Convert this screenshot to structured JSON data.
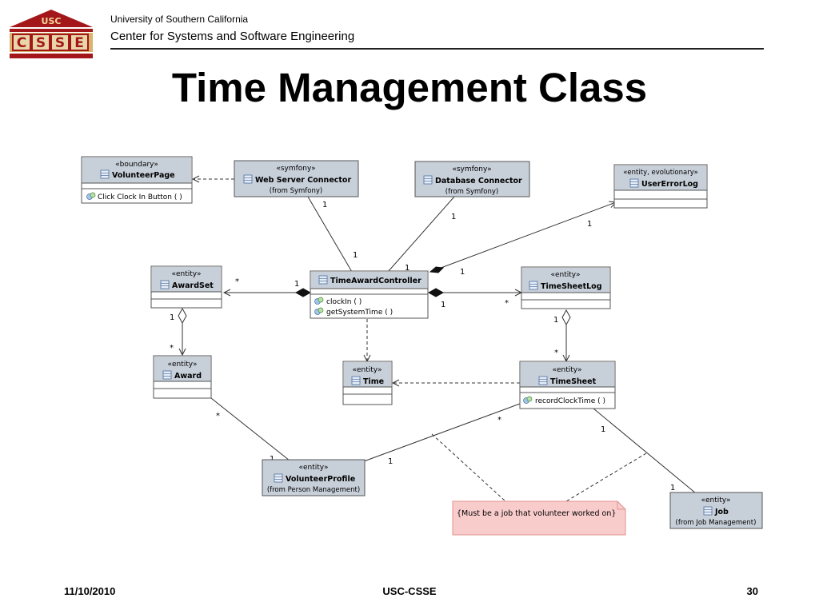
{
  "header": {
    "logo_top": "USC",
    "logo_letters": [
      "C",
      "S",
      "S",
      "E"
    ],
    "university": "University of Southern California",
    "center": "Center for Systems and Software Engineering"
  },
  "title": "Time Management Class",
  "colors": {
    "header_fill": "#c7cfd9",
    "note_fill": "#f9cccc",
    "note_border": "#e39292",
    "line": "#333333",
    "logo_red": "#a3161a",
    "logo_tan": "#d9b36f"
  },
  "diagram": {
    "classes": {
      "volunteer_page": {
        "stereotype": "«boundary»",
        "name": "VolunteerPage",
        "ops": [
          "Click Clock In Button ( )"
        ]
      },
      "web_server": {
        "stereotype": "«symfony»",
        "name": "Web Server Connector",
        "sub": "(from Symfony)"
      },
      "db_connector": {
        "stereotype": "«symfony»",
        "name": "Database Connector",
        "sub": "(from Symfony)"
      },
      "user_error_log": {
        "stereotype": "«entity, evolutionary»",
        "name": "UserErrorLog"
      },
      "award_set": {
        "stereotype": "«entity»",
        "name": "AwardSet"
      },
      "controller": {
        "name": "TimeAwardController",
        "ops": [
          "clockIn ( )",
          "getSystemTime ( )"
        ]
      },
      "timesheet_log": {
        "stereotype": "«entity»",
        "name": "TimeSheetLog"
      },
      "award": {
        "stereotype": "«entity»",
        "name": "Award"
      },
      "time": {
        "stereotype": "«entity»",
        "name": "Time"
      },
      "timesheet": {
        "stereotype": "«entity»",
        "name": "TimeSheet",
        "ops": [
          "recordClockTime ( )"
        ]
      },
      "volunteer_profile": {
        "stereotype": "«entity»",
        "name": "VolunteerProfile",
        "sub": "(from Person Management)"
      },
      "job": {
        "stereotype": "«entity»",
        "name": "Job",
        "sub": "(from Job Management)"
      }
    },
    "note": "{Must be a job that volunteer worked on}",
    "multiplicities": [
      {
        "label": "1"
      },
      {
        "label": "1"
      },
      {
        "label": "1"
      },
      {
        "label": "1"
      },
      {
        "label": "1"
      },
      {
        "label": "1"
      },
      {
        "label": "*"
      },
      {
        "label": "1"
      },
      {
        "label": "1"
      },
      {
        "label": "*"
      },
      {
        "label": "1"
      },
      {
        "label": "*"
      },
      {
        "label": "1"
      },
      {
        "label": "*"
      },
      {
        "label": "*"
      },
      {
        "label": "1"
      },
      {
        "label": "*"
      },
      {
        "label": "1"
      },
      {
        "label": "1"
      },
      {
        "label": "1"
      },
      {
        "label": "1"
      }
    ]
  },
  "footer": {
    "date": "11/10/2010",
    "center": "USC-CSSE",
    "page": "30"
  }
}
